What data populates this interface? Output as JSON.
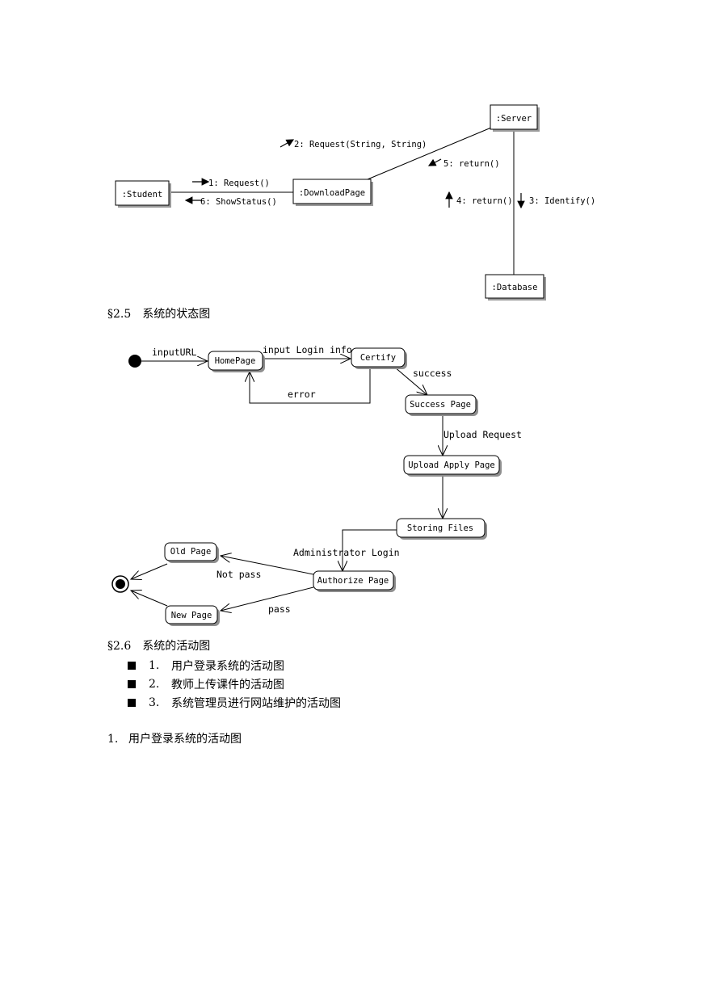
{
  "collab": {
    "nodes": {
      "student": ":Student",
      "download": ":DownloadPage",
      "server": ":Server",
      "database": ":Database"
    },
    "messages": {
      "m1": "1: Request()",
      "m6": "6: ShowStatus()",
      "m2": "2: Request(String, String)",
      "m5": "5: return()",
      "m4": "4: return()",
      "m3": "3: Identify()"
    }
  },
  "section_25": {
    "num": "§2.5",
    "title": "系统的状态图"
  },
  "state": {
    "states": {
      "homepage": "HomePage",
      "certify": "Certify",
      "success": "Success Page",
      "upload_apply": "Upload Apply Page",
      "storing": "Storing Files",
      "authorize": "Authorize Page",
      "old": "Old Page",
      "new": "New Page"
    },
    "transitions": {
      "input_url": "inputURL",
      "input_login": "input Login info",
      "error": "error",
      "success": "success",
      "upload_request": "Upload Request",
      "admin_login": "Administrator Login",
      "not_pass": "Not pass",
      "pass": "pass"
    }
  },
  "section_26": {
    "num": "§2.6",
    "title": "系统的活动图"
  },
  "list": [
    {
      "num": "1.",
      "text": "用户登录系统的活动图"
    },
    {
      "num": "2.",
      "text": "教师上传课件的活动图"
    },
    {
      "num": "3.",
      "text": "系统管理员进行网站维护的活动图"
    }
  ],
  "subsection": {
    "num": "1.",
    "text": "用户登录系统的活动图"
  }
}
